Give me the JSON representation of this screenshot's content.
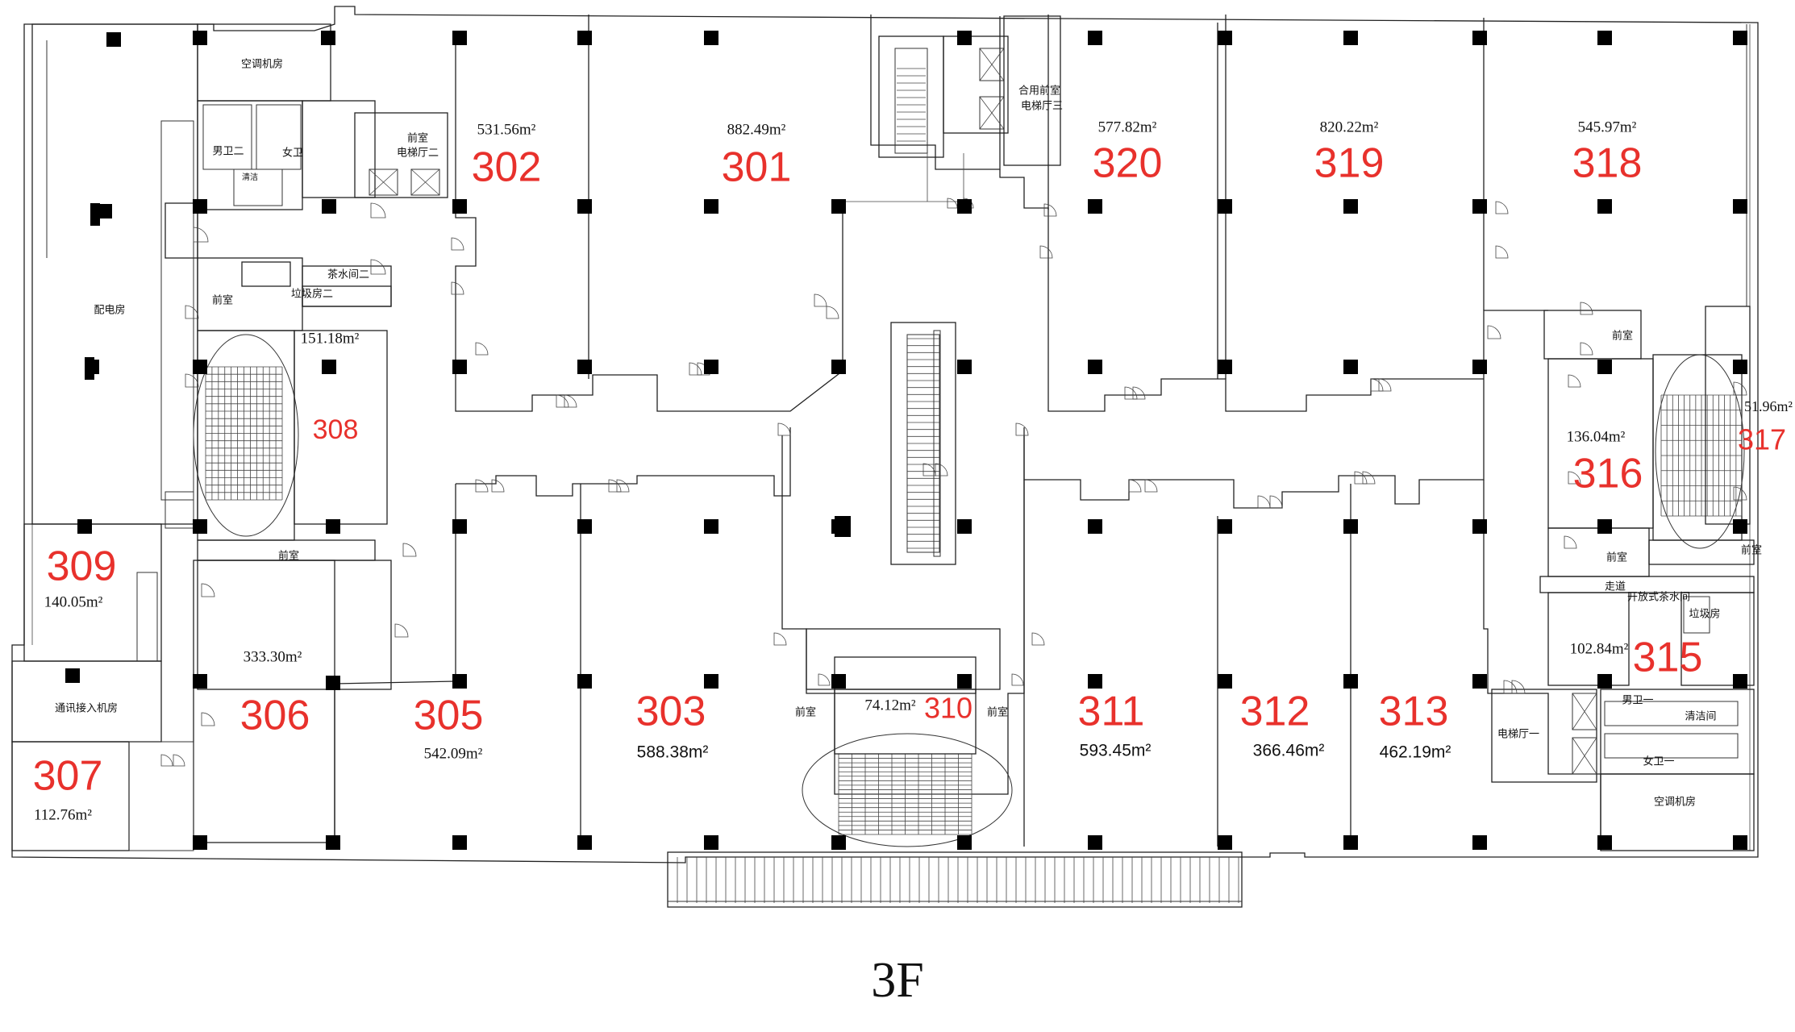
{
  "floor_label": "3F",
  "units": [
    {
      "id": "302",
      "area": "531.56m²"
    },
    {
      "id": "301",
      "area": "882.49m²"
    },
    {
      "id": "320",
      "area": "577.82m²"
    },
    {
      "id": "319",
      "area": "820.22m²"
    },
    {
      "id": "318",
      "area": "545.97m²"
    },
    {
      "id": "308",
      "area": "151.18m²"
    },
    {
      "id": "317",
      "area": "51.96m²"
    },
    {
      "id": "316",
      "area": "136.04m²"
    },
    {
      "id": "309",
      "area": "140.05m²"
    },
    {
      "id": "306",
      "area": "333.30m²"
    },
    {
      "id": "305",
      "area": "542.09m²"
    },
    {
      "id": "303",
      "area": "588.38m²"
    },
    {
      "id": "310",
      "area": "74.12m²"
    },
    {
      "id": "311",
      "area": "593.45m²"
    },
    {
      "id": "312",
      "area": "366.46m²"
    },
    {
      "id": "313",
      "area": "462.19m²"
    },
    {
      "id": "315",
      "area": "102.84m²"
    },
    {
      "id": "307",
      "area": "112.76m²"
    }
  ],
  "rooms": [
    "空调机房",
    "男卫二",
    "女卫",
    "前室",
    "电梯厅二",
    "合用前室",
    "电梯厅三",
    "配电房",
    "茶水间二",
    "前室",
    "垃圾房二",
    "前室",
    "通讯接入机房",
    "前室",
    "前室",
    "前室",
    "前室",
    "前室",
    "走道",
    "开放式茶水间",
    "垃圾房",
    "电梯厅一",
    "男卫一",
    "清洁间",
    "女卫一",
    "空调机房",
    "清洁"
  ]
}
